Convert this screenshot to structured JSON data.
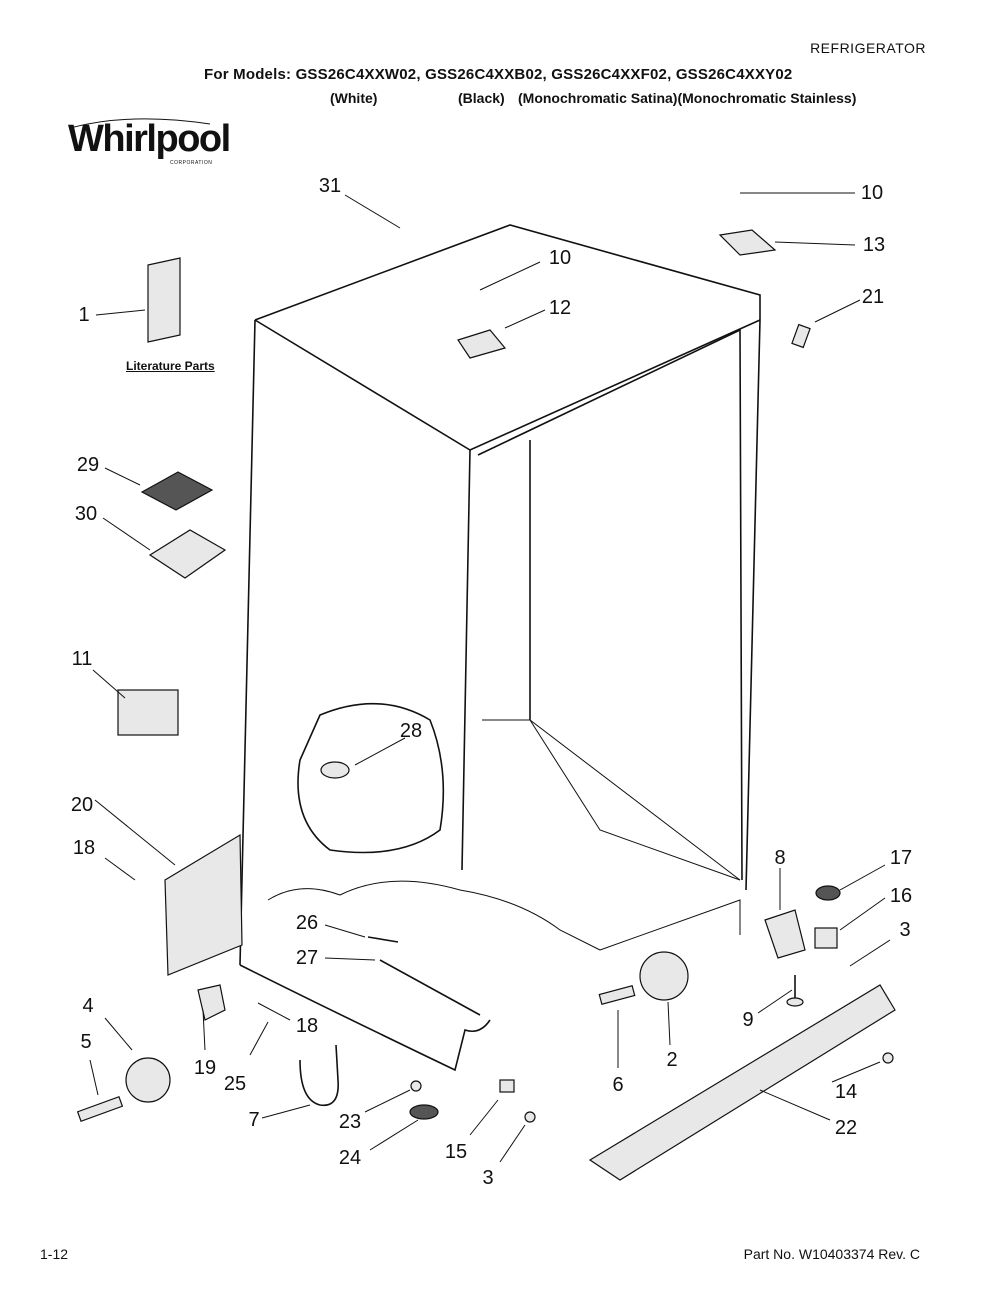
{
  "header": {
    "category": "REFRIGERATOR",
    "models_line": "For Models: GSS26C4XXW02, GSS26C4XXB02, GSS26C4XXF02, GSS26C4XXY02",
    "colors": [
      "(White)",
      "(Black)",
      "(Monochromatic Satina)(Monochromatic Stainless)"
    ]
  },
  "logo": {
    "brand": "Whirlpool",
    "sub": "CORPORATION"
  },
  "literature_label": "Literature Parts",
  "callouts": [
    "31",
    "10",
    "13",
    "10",
    "12",
    "21",
    "1",
    "29",
    "30",
    "11",
    "28",
    "20",
    "18",
    "26",
    "27",
    "8",
    "17",
    "16",
    "3",
    "4",
    "5",
    "19",
    "25",
    "18",
    "7",
    "23",
    "24",
    "15",
    "3",
    "6",
    "2",
    "9",
    "14",
    "22"
  ],
  "footer": {
    "page": "1-12",
    "part_no": "Part No. W10403374 Rev. C"
  }
}
